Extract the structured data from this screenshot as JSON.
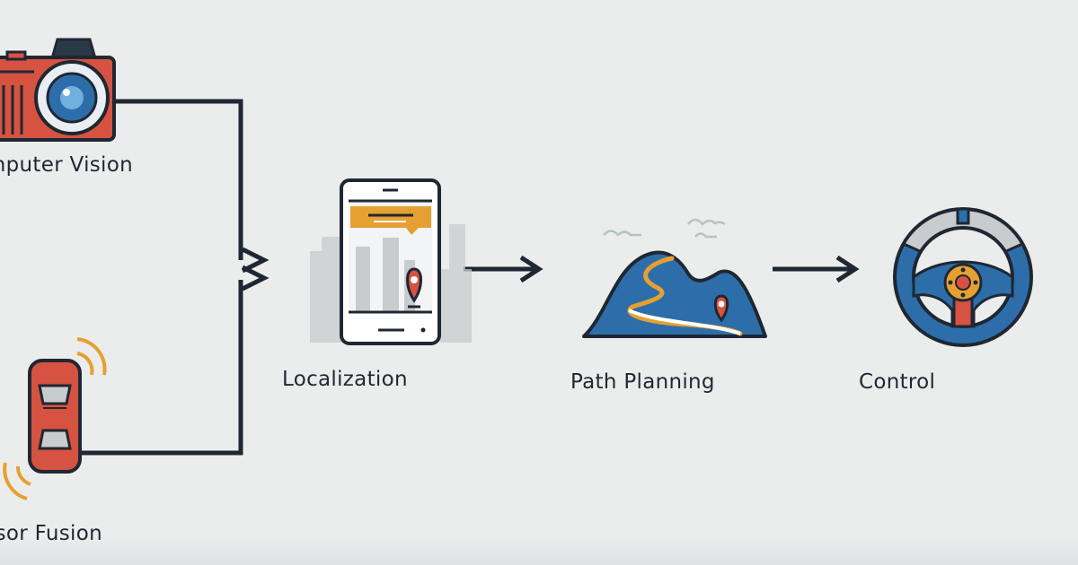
{
  "diagram": {
    "colors": {
      "background": "#ebeded",
      "line": "#1f2732",
      "red": "#d65241",
      "blue": "#2d6eaa",
      "orange": "#e6a032",
      "gray": "#c9ccce"
    },
    "nodes": [
      {
        "id": "computer-vision",
        "label": "nputer Vision",
        "icon": "camera-icon"
      },
      {
        "id": "sensor-fusion",
        "label": "sor Fusion",
        "icon": "car-sensor-icon"
      },
      {
        "id": "localization",
        "label": "Localization",
        "icon": "phone-map-icon"
      },
      {
        "id": "path-planning",
        "label": "Path Planning",
        "icon": "mountain-path-icon"
      },
      {
        "id": "control",
        "label": "Control",
        "icon": "steering-wheel-icon"
      }
    ],
    "edges": [
      {
        "from": "computer-vision",
        "to": "localization"
      },
      {
        "from": "sensor-fusion",
        "to": "localization"
      },
      {
        "from": "localization",
        "to": "path-planning"
      },
      {
        "from": "path-planning",
        "to": "control"
      }
    ]
  }
}
